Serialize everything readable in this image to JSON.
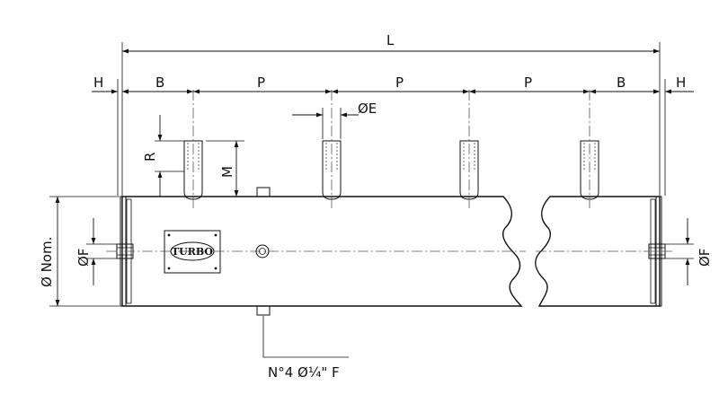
{
  "labels": {
    "length": "L",
    "overhang_left": "H",
    "overhang_right": "H",
    "end_spacing_left": "B",
    "end_spacing_right": "B",
    "pitch_1": "P",
    "pitch_2": "P",
    "pitch_3": "P",
    "diameter_e": "ØE",
    "thread_r": "R",
    "height_m": "M",
    "nominal_diameter": "Ø Nom.",
    "end_fitting_left": "ØF",
    "end_fitting_right": "ØF",
    "connections_note": "N°4 Ø¼\" F",
    "logo": "TURBO"
  },
  "icons": {
    "logo_plate": "turbo-logo-plate",
    "vent_port": "vent-port-icon"
  }
}
